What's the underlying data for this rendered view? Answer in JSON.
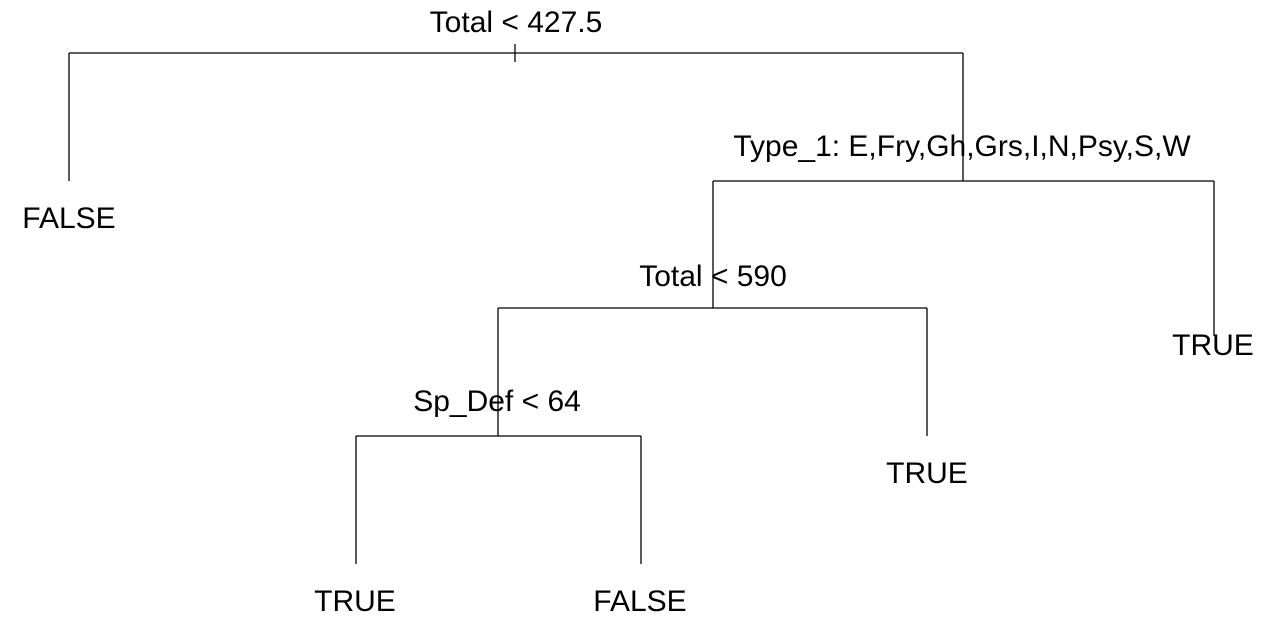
{
  "diagram": {
    "type": "decision-tree",
    "nodes": [
      {
        "id": "root",
        "label": "Total < 427.5"
      },
      {
        "id": "leaf-1",
        "label": "FALSE"
      },
      {
        "id": "split-type",
        "label": "Type_1: E,Fry,Gh,Grs,I,N,Psy,S,W"
      },
      {
        "id": "split-total-590",
        "label": "Total < 590"
      },
      {
        "id": "leaf-2",
        "label": "TRUE"
      },
      {
        "id": "split-spdef",
        "label": "Sp_Def < 64"
      },
      {
        "id": "leaf-3",
        "label": "TRUE"
      },
      {
        "id": "leaf-4",
        "label": "TRUE"
      },
      {
        "id": "leaf-5",
        "label": "FALSE"
      }
    ],
    "edges": [
      {
        "from": "root",
        "to": "leaf-1"
      },
      {
        "from": "root",
        "to": "split-type"
      },
      {
        "from": "split-type",
        "to": "split-total-590"
      },
      {
        "from": "split-type",
        "to": "leaf-2"
      },
      {
        "from": "split-total-590",
        "to": "split-spdef"
      },
      {
        "from": "split-total-590",
        "to": "leaf-3"
      },
      {
        "from": "split-spdef",
        "to": "leaf-4"
      },
      {
        "from": "split-spdef",
        "to": "leaf-5"
      }
    ]
  }
}
